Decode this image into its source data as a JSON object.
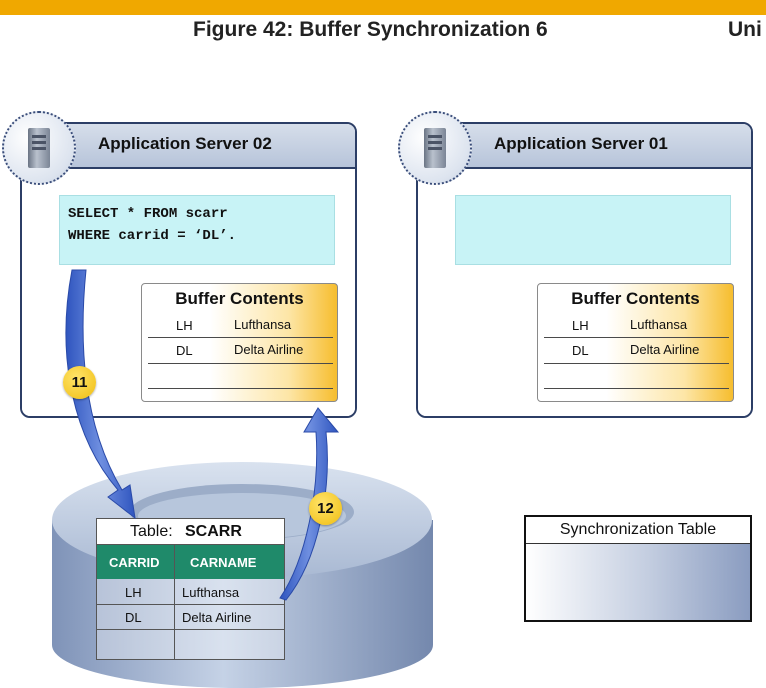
{
  "header": {
    "figure_title": "Figure 42: Buffer Synchronization 6",
    "right_text": "Uni"
  },
  "servers": [
    {
      "title": "Application Server 02",
      "sql_lines": [
        "SELECT * FROM scarr",
        "WHERE carrid = ‘DL’."
      ],
      "buffer": {
        "title": "Buffer Contents",
        "rows": [
          {
            "key": "LH",
            "value": "Lufthansa"
          },
          {
            "key": "DL",
            "value": "Delta Airline"
          }
        ]
      }
    },
    {
      "title": "Application Server 01",
      "sql_lines": [],
      "buffer": {
        "title": "Buffer Contents",
        "rows": [
          {
            "key": "LH",
            "value": "Lufthansa"
          },
          {
            "key": "DL",
            "value": "Delta Airline"
          }
        ]
      }
    }
  ],
  "database_table": {
    "caption_label": "Table:",
    "caption_name": "SCARR",
    "columns": [
      "CARRID",
      "CARNAME"
    ],
    "rows": [
      [
        "LH",
        "Lufthansa"
      ],
      [
        "DL",
        "Delta Airline"
      ],
      [
        "",
        ""
      ]
    ]
  },
  "sync_table": {
    "title": "Synchronization Table"
  },
  "steps": [
    {
      "label": "11"
    },
    {
      "label": "12"
    }
  ],
  "colors": {
    "top_bar": "#f0a800",
    "server_border": "#2c3e66",
    "sql_box": "#c8f3f6",
    "buffer_accent": "#f6bd2e",
    "table_header": "#1f8a6a",
    "arrow": "#3d63c8",
    "badge": "#f0bd10"
  },
  "icons": {
    "server": "server-tower-icon",
    "database": "database-cylinder-icon",
    "arrow": "curved-arrow-icon"
  }
}
